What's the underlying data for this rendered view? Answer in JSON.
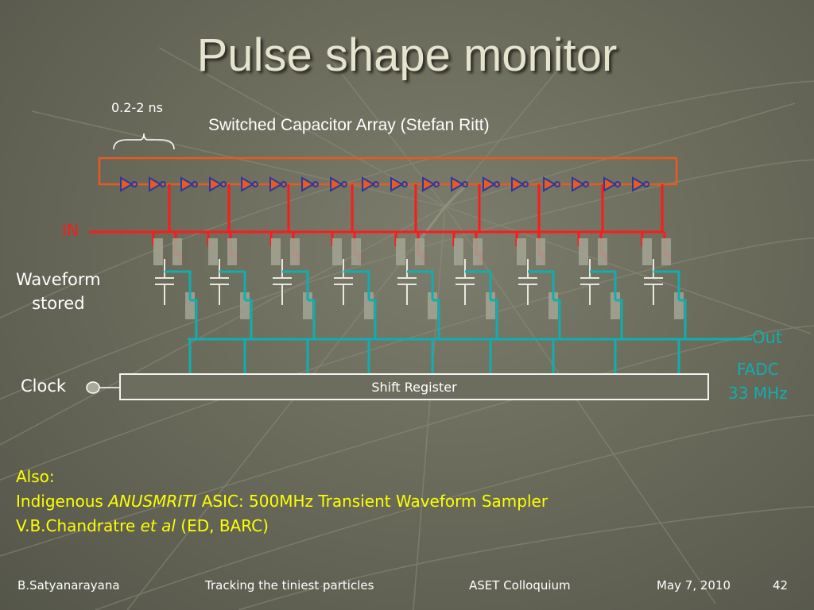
{
  "slide": {
    "title": "Pulse shape monitor"
  },
  "diagram": {
    "span_label": "0.2-2 ns",
    "array_title": "Switched Capacitor Array (Stefan Ritt)",
    "in_label": "IN",
    "waveform_label_line1": "Waveform",
    "waveform_label_line2": "stored",
    "clock_label": "Clock",
    "shift_register_label": "Shift Register",
    "out_label": "Out",
    "fadc_label_line1": "FADC",
    "fadc_label_line2": "33 MHz",
    "colors": {
      "input_line": "#ff1a1a",
      "output_line": "#10aeb0",
      "delay_chain": "#e85a20",
      "inverter": "#2a3aa0",
      "annotation": "#ffff00"
    }
  },
  "note": {
    "line1": "Also:",
    "line2_prefix": "Indigenous ",
    "line2_em": "ANUSMRITI",
    "line2_suffix": " ASIC: 500MHz Transient Waveform Sampler",
    "line3_prefix": "V.B.Chandratre ",
    "line3_em": "et al",
    "line3_suffix": " (ED, BARC)"
  },
  "footer": {
    "author": "B.Satyanarayana",
    "talk": "Tracking the tiniest particles",
    "event": "ASET Colloquium",
    "date": "May 7, 2010",
    "page": "42"
  }
}
